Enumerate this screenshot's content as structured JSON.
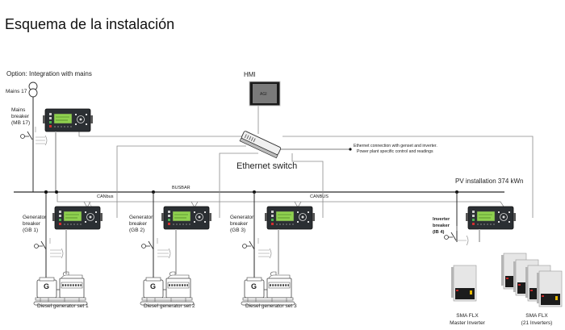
{
  "page": {
    "title": "Esquema de la instalación"
  },
  "labels": {
    "option_mains": "Option: Integration with mains",
    "mains": "Mains 17",
    "mains_breaker": "Mains\nbreaker\n(MB 17)",
    "hmi": "HMI",
    "hmi_screen": "AGI",
    "ethernet_switch": "Ethernet switch",
    "ethernet_note_line1": "Ethernet connection with genset and inverter.",
    "ethernet_note_line2": "Power plant  specific control and readings",
    "busbar": "BUSBAR",
    "canbus_left": "CANbus",
    "canbus_right": "CANBUS",
    "pv_installation": "PV installation 374 kWn",
    "inverter_breaker": "Inverter\nbreaker\n(IB 4)",
    "generator_symbol": "G"
  },
  "generators": [
    {
      "breaker": "Generator\nbreaker\n(GB 1)",
      "name": "Diesel generator set 1"
    },
    {
      "breaker": "Generator\nbreaker\n(GB 2)",
      "name": "Diesel generator set 2"
    },
    {
      "breaker": "Generator\nbreaker\n(GB 3)",
      "name": "Diesel generator set 3"
    }
  ],
  "inverters": {
    "master_line1": "SMA FLX",
    "master_line2": "Master Inverter",
    "slaves_line1": "SMA FLX",
    "slaves_line2": "(21 Inverters)"
  },
  "colors": {
    "line": "#2a2a2a",
    "signal_line": "#8a8a8a",
    "controller_body": "#2b2f33",
    "controller_screen": "#8fd14f",
    "hmi_screen": "#7a7a7a"
  }
}
